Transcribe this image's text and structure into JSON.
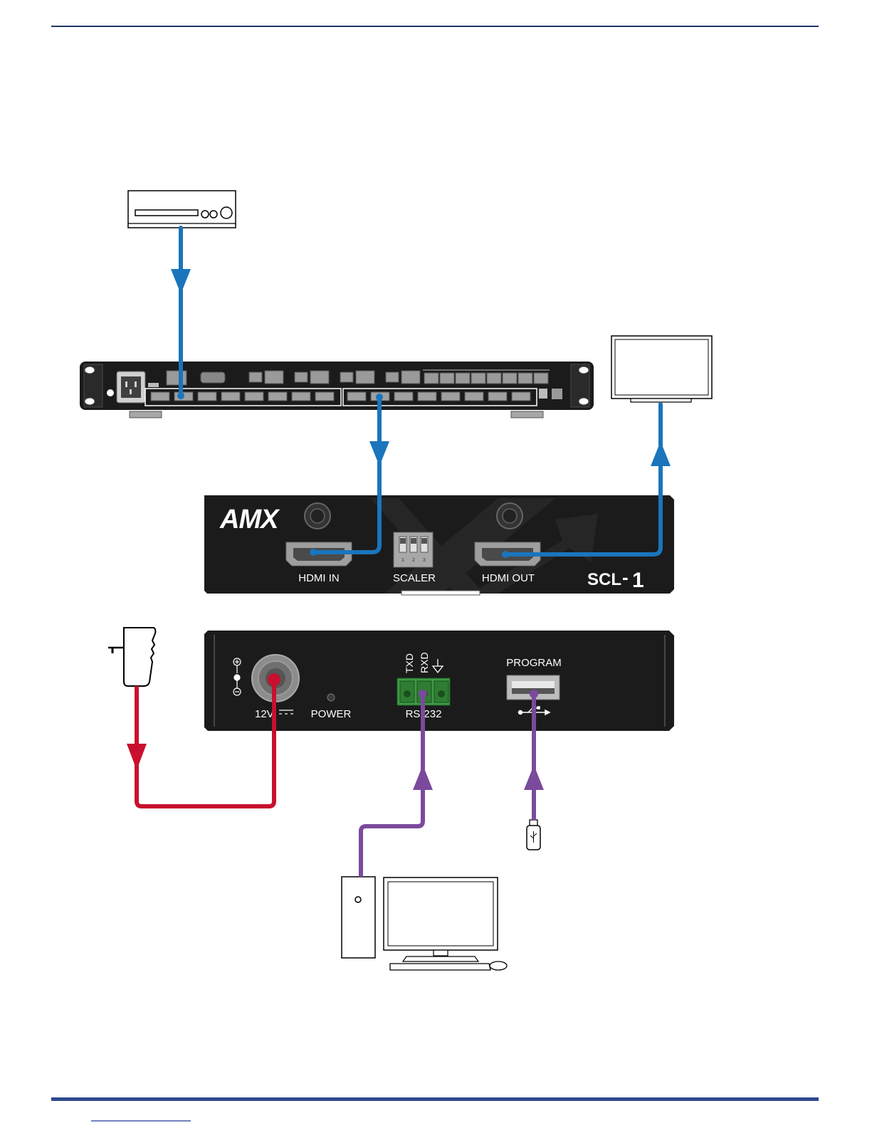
{
  "logo": {
    "brand": "AMX"
  },
  "scaler_front": {
    "ports": {
      "hdmi_in": "HDMI IN",
      "scaler": "SCALER",
      "hdmi_out": "HDMI OUT"
    },
    "model": {
      "prefix": "SCL",
      "dash": "-",
      "number": "1"
    }
  },
  "scaler_rear": {
    "power_in": "12V",
    "power_led": "POWER",
    "rs232": {
      "label": "RS-232",
      "pins": [
        "TXD",
        "RXD",
        "⏚"
      ]
    },
    "program": {
      "label": "PROGRAM",
      "usb_symbol": "⭠⭢"
    }
  },
  "colors": {
    "hdmi_cable": "#1a75bc",
    "power_cable": "#c8102e",
    "data_cable": "#7b4a9c",
    "rule_top": "#1f3864",
    "rule_bottom": "#2e4a8e",
    "device_body": "#1b1b1b"
  },
  "icons": [
    "media-player-icon",
    "matrix-switcher-icon",
    "tv-icon",
    "power-adapter-icon",
    "usb-drive-icon",
    "desktop-computer-icon"
  ]
}
